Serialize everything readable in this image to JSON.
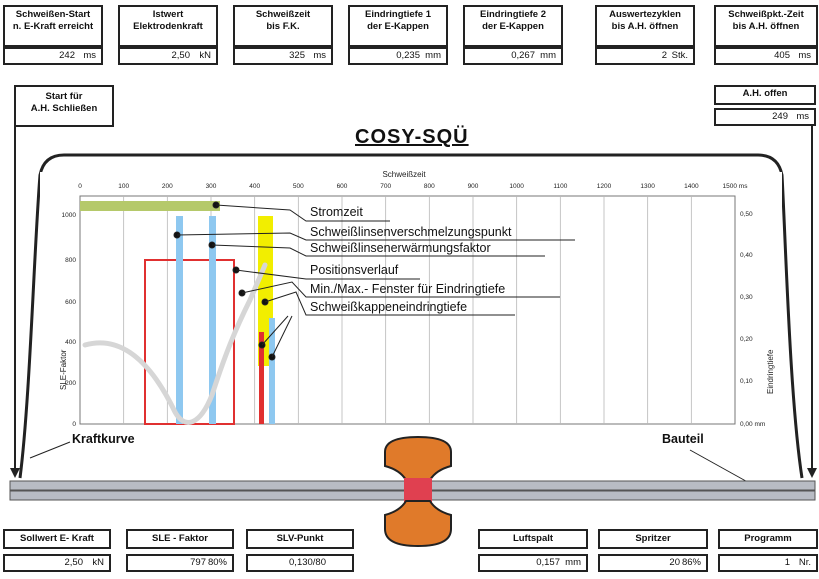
{
  "title": "COSY-SQÜ",
  "top_boxes": [
    {
      "title1": "Schweißen-Start",
      "title2": "n. E-Kraft erreicht",
      "value": "242",
      "unit": "ms"
    },
    {
      "title1": "Istwert",
      "title2": "Elektrodenkraft",
      "value": "2,50",
      "unit": "kN"
    },
    {
      "title1": "Schweißzeit",
      "title2": "bis F.K.",
      "value": "325",
      "unit": "ms"
    },
    {
      "title1": "Eindringtiefe 1",
      "title2": "der E-Kappen",
      "value": "0,235",
      "unit": "mm"
    },
    {
      "title1": "Eindringtiefe 2",
      "title2": "der E-Kappen",
      "value": "0,267",
      "unit": "mm"
    },
    {
      "title1": "Auswertezyklen",
      "title2": "bis A.H. öffnen",
      "value": "2",
      "unit": "Stk."
    },
    {
      "title1": "Schweißpkt.-Zeit",
      "title2": "bis A.H. öffnen",
      "value": "405",
      "unit": "ms"
    }
  ],
  "start_box": {
    "title1": "Start für",
    "title2": "A.H. Schließen"
  },
  "ah_box": {
    "title": "A.H. offen",
    "value": "249",
    "unit": "ms"
  },
  "chart": {
    "xlabel": "Schweißzeit",
    "xticks": [
      "0",
      "100",
      "200",
      "300",
      "400",
      "500",
      "600",
      "700",
      "800",
      "900",
      "1000",
      "1100",
      "1200",
      "1300",
      "1400",
      "1500 ms"
    ],
    "left_ticks": [
      "1000",
      "800",
      "600",
      "400",
      "200",
      "0"
    ],
    "left_label": "SLE-Faktor",
    "right_ticks": [
      "0,50",
      "0,40",
      "0,30",
      "0,20",
      "0,10",
      "0,00 mm"
    ],
    "right_label": "Eindringtiefe",
    "annotations": [
      "Stromzeit",
      "Schweißlinsenverschmelzungspunkt",
      "Schweißlinsenerwärmungsfaktor",
      "Positionsverlauf",
      "Min./Max.- Fenster für Eindringtiefe",
      "Schweißkappeneindringtiefe"
    ]
  },
  "kraftkurve_label": "Kraftkurve",
  "bauteil_label": "Bauteil",
  "bottom_boxes": [
    {
      "title": "Sollwert E- Kraft",
      "value": "2,50",
      "unit": "kN"
    },
    {
      "title": "SLE - Faktor",
      "value": "797",
      "unit": "80%"
    },
    {
      "title": "SLV-Punkt",
      "value": "0,130/80",
      "unit": ""
    },
    {
      "title": "Luftspalt",
      "value": "0,157",
      "unit": "mm"
    },
    {
      "title": "Spritzer",
      "value": "20",
      "unit": "86%"
    },
    {
      "title": "Programm",
      "value": "1",
      "unit": "Nr."
    }
  ],
  "colors": {
    "accent_blue": "#8ec8f0",
    "stromzeit": "#b5c96a",
    "window_yellow": "#f2ee00",
    "red": "#e03030",
    "curve": "#d4d4d4",
    "electrode": "#e07a2a",
    "plate": "#b8bcc4"
  }
}
